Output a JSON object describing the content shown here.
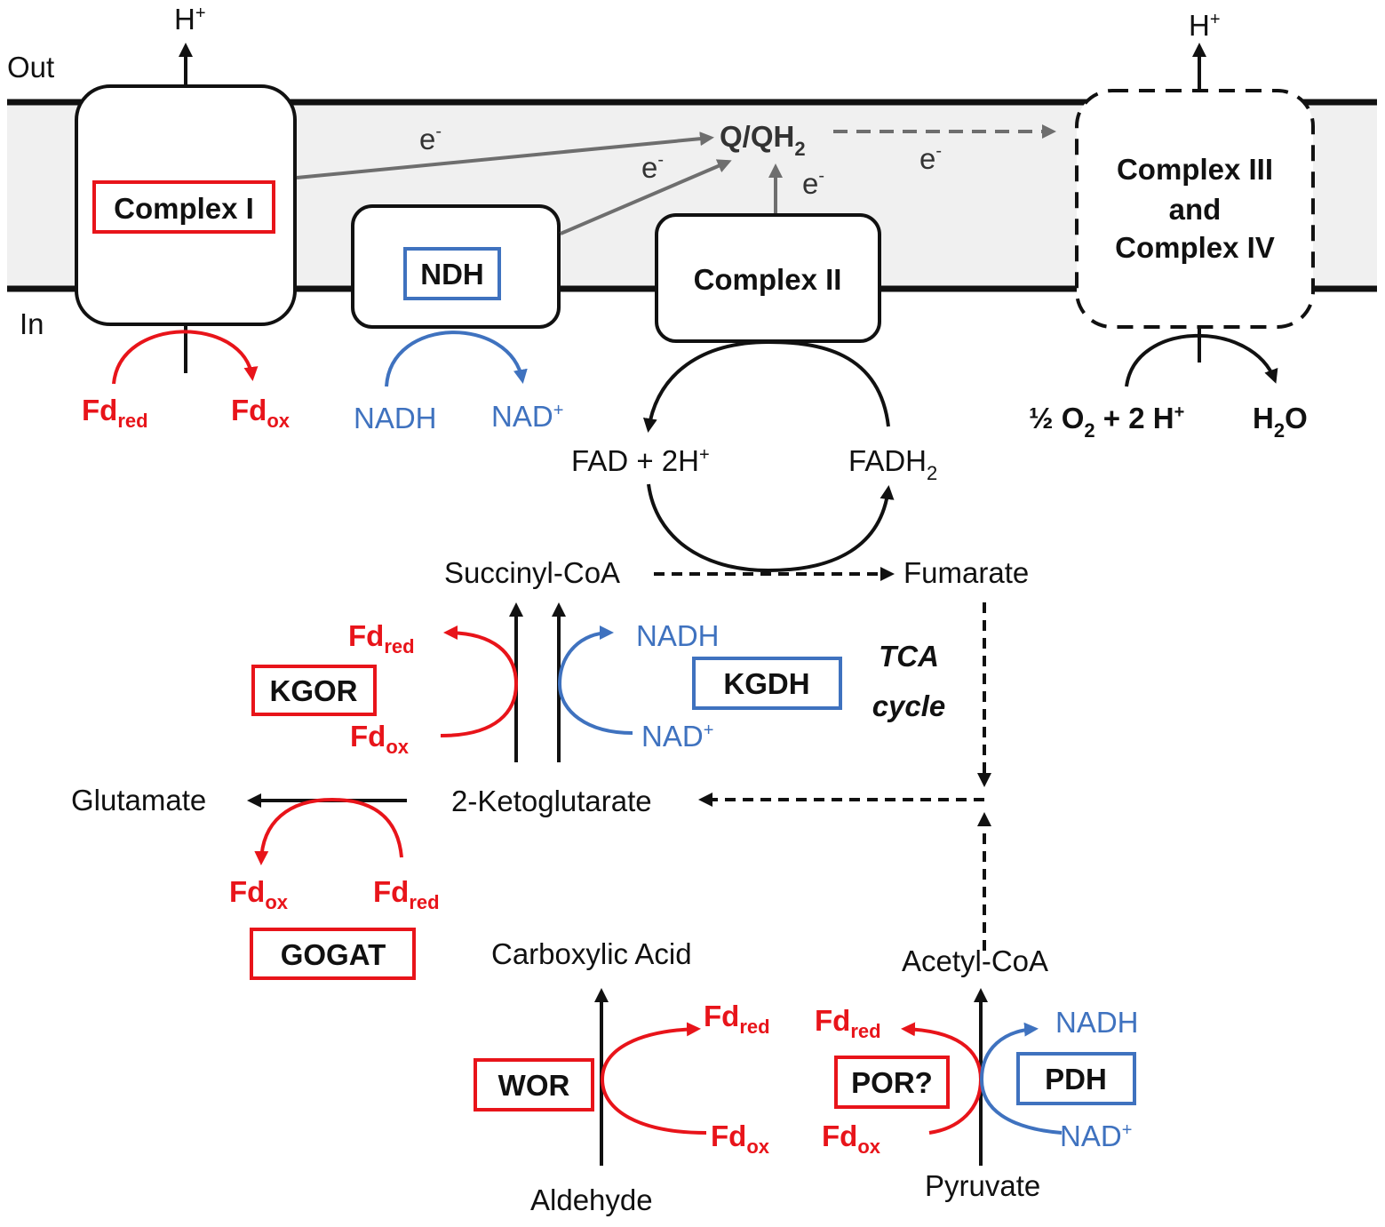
{
  "colors": {
    "ferredoxin": "#e8141a",
    "nad": "#3f72bf",
    "electron": "#6e6e6e",
    "membrane": "#f0f0f0",
    "black": "#111111"
  },
  "membrane": {
    "out_label": "Out",
    "in_label": "In"
  },
  "protons": {
    "complex1": "H",
    "complex3": "H",
    "sup": "+"
  },
  "complexes": {
    "complex1": "Complex I",
    "ndh": "NDH",
    "complex2": "Complex II",
    "complex34_line1": "Complex III",
    "complex34_line2": "and",
    "complex34_line3": "Complex IV"
  },
  "quinone": {
    "main": "Q/QH",
    "sub": "2"
  },
  "electrons": {
    "e": "e",
    "sup": "-"
  },
  "common": {
    "fd": "Fd",
    "red": "red",
    "ox": "ox",
    "nadh": "NADH",
    "nad": "NAD",
    "plus": "+"
  },
  "complex2_cycle": {
    "fad": "FAD + 2H",
    "fadh2": "FADH",
    "two": "2"
  },
  "oxygen": {
    "half": "½ O",
    "two": "2",
    "plus2h": " + 2 H",
    "water_h": "H",
    "water_o": "O"
  },
  "tca": {
    "succinyl": "Succinyl-CoA",
    "fumarate": "Fumarate",
    "ketoglutarate": "2-Ketoglutarate",
    "glutamate": "Glutamate",
    "cycle_line1": "TCA",
    "cycle_line2": "cycle"
  },
  "enzymes": {
    "kgor": "KGOR",
    "kgdh": "KGDH",
    "gogat": "GOGAT",
    "wor": "WOR",
    "por": "POR?",
    "pdh": "PDH"
  },
  "metabolites": {
    "carboxylic": "Carboxylic  Acid",
    "aldehyde": "Aldehyde",
    "acetyl": "Acetyl-CoA",
    "pyruvate": "Pyruvate"
  }
}
